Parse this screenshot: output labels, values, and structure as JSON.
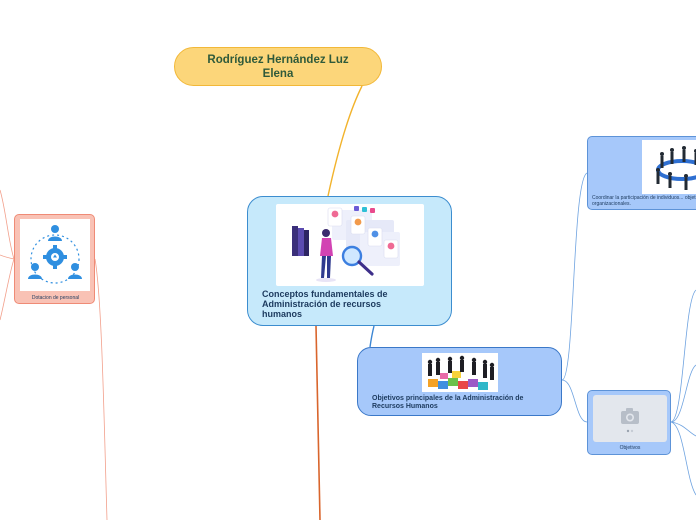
{
  "author": {
    "name": "Rodríguez Hernández Luz Elena"
  },
  "central": {
    "title": "Conceptos fundamentales de Administración de recursos humanos",
    "image": "hr-recruitment-illustration"
  },
  "objectives": {
    "title": "Objetivos principales de la Administración de Recursos Humanos",
    "image": "team-puzzle-illustration"
  },
  "coordinate": {
    "title": "Coordinar la participación de individuos... objetivos organizacionales.",
    "image": "team-circle-photo"
  },
  "objetivos": {
    "title": "Objetivos",
    "image": "camera-placeholder-icon"
  },
  "dotacion": {
    "title": "Dotacion de personal",
    "image": "people-gear-icon"
  },
  "colors": {
    "author_fill": "#fcd67a",
    "central_fill": "#c6e9fb",
    "objectives_fill": "#a6c8fa",
    "dotacion_fill": "#f9c2b5",
    "connector_gold": "#f2b32c",
    "connector_red": "#d9652c",
    "connector_blue": "#3c86d3",
    "connector_salmon": "#f2a08c"
  }
}
